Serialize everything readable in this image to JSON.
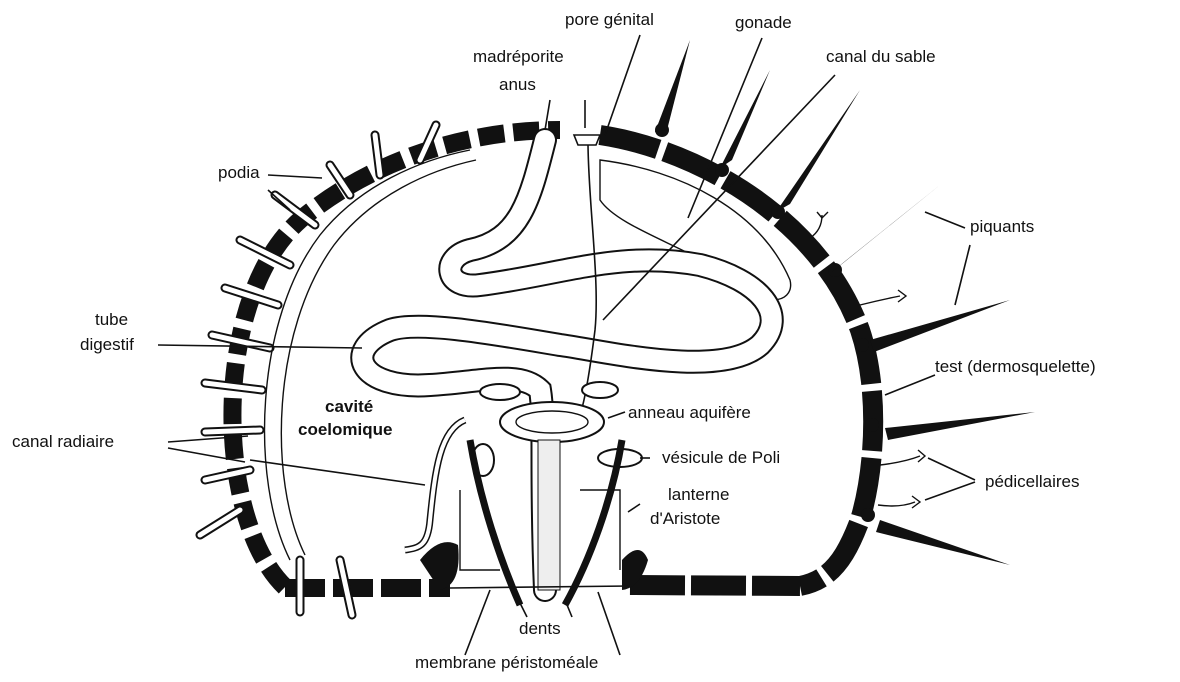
{
  "labels": {
    "pore_genital": "pore  génital",
    "gonade": "gonade",
    "madreporite": "madréporite",
    "anus": "anus",
    "canal_du_sable": "canal  du  sable",
    "podia": "podia",
    "piquants": "piquants",
    "tube": "tube",
    "digestif": "digestif",
    "test": "test  (dermosquelette)",
    "cavite": "cavité",
    "coelomique": "coelomique",
    "anneau_aquifere": "anneau aquifère",
    "canal_radiaire": "canal  radiaire",
    "vesicule_de_poli": "vésicule de Poli",
    "lanterne": "lanterne",
    "d_aristote": "d'Aristote",
    "pedicellaires": "pédicellaires",
    "dents": "dents",
    "membrane_peristomeale": "membrane  péristoméale"
  },
  "colors": {
    "ink": "#111111",
    "background": "#ffffff"
  }
}
